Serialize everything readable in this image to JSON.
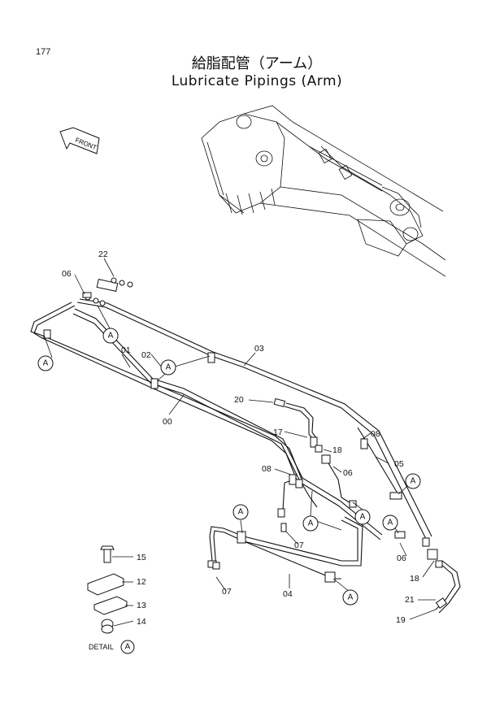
{
  "page_number": "177",
  "title_jp": "給脂配管（アーム）",
  "title_en": "Lubricate Pipings (Arm)",
  "front_label": "FRONT",
  "detail_caption": "DETAIL",
  "reference_letter": "A",
  "callouts": {
    "p00": "00",
    "p01": "01",
    "p02": "02",
    "p03": "03",
    "p04": "04",
    "p05": "05",
    "p06a": "06",
    "p06b": "06",
    "p06c": "06",
    "p07a": "07",
    "p07b": "07",
    "p08a": "08",
    "p08b": "08",
    "p12": "12",
    "p13": "13",
    "p14": "14",
    "p15": "15",
    "p17": "17",
    "p18a": "18",
    "p18b": "18",
    "p19": "19",
    "p20": "20",
    "p21": "21",
    "p22": "22"
  }
}
